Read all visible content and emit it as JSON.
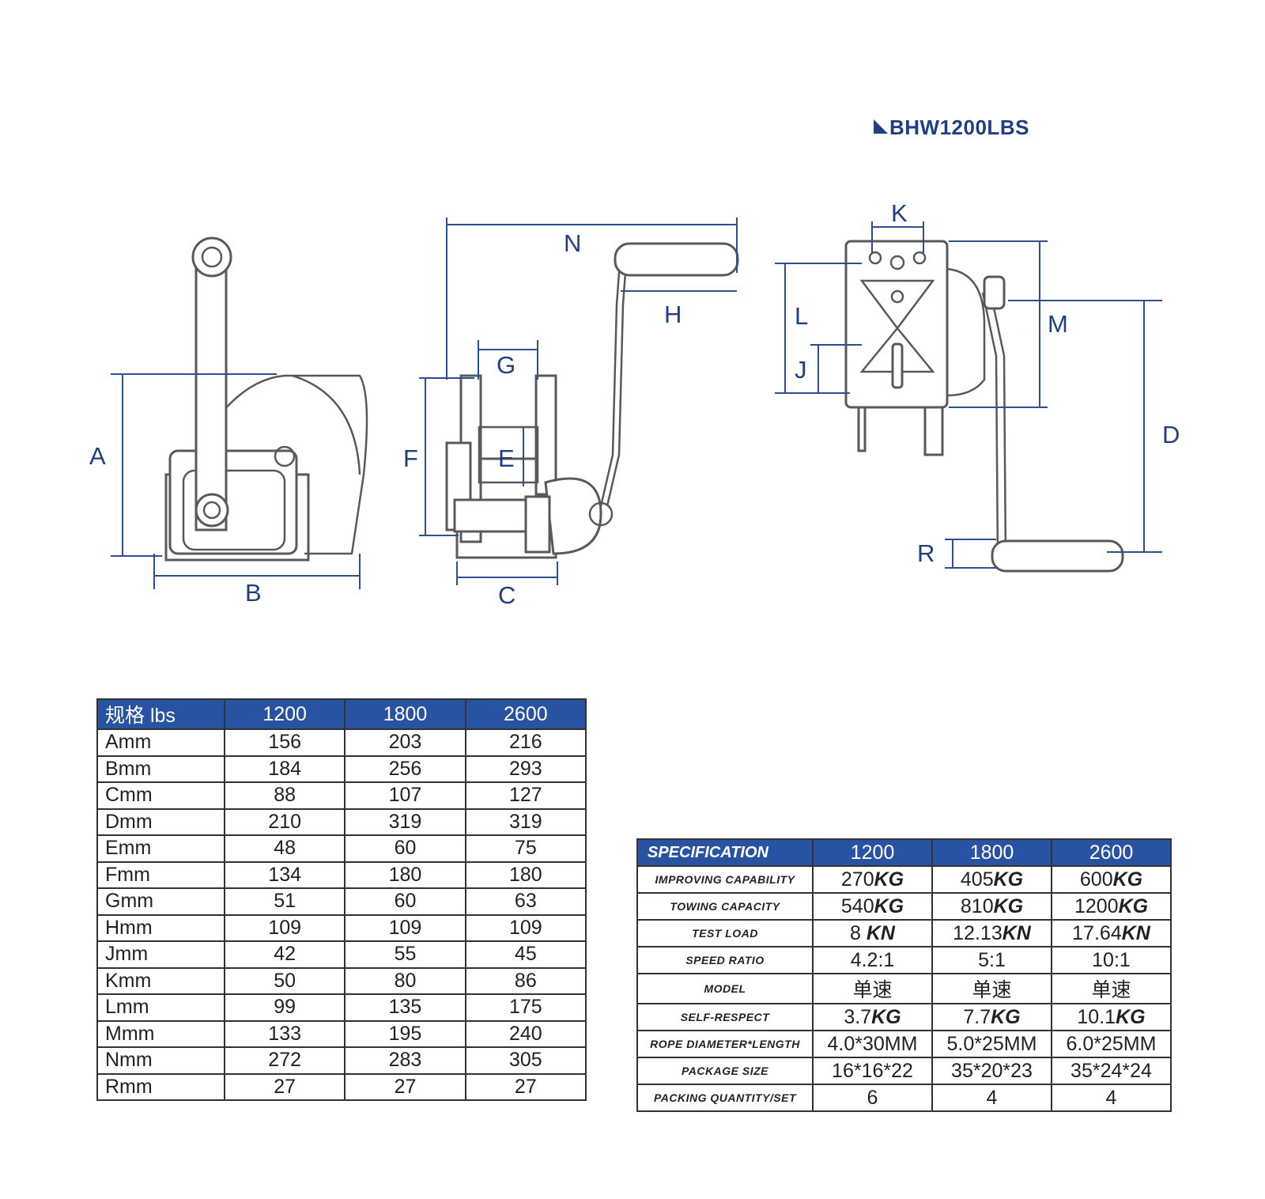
{
  "title": "BHW1200LBS",
  "dimension_labels": [
    "A",
    "B",
    "C",
    "D",
    "E",
    "F",
    "G",
    "H",
    "J",
    "K",
    "L",
    "M",
    "N",
    "R"
  ],
  "dimension_table": {
    "headers": [
      "规格 lbs",
      "1200",
      "1800",
      "2600"
    ],
    "rows": [
      [
        "Amm",
        "156",
        "203",
        "216"
      ],
      [
        "Bmm",
        "184",
        "256",
        "293"
      ],
      [
        "Cmm",
        "88",
        "107",
        "127"
      ],
      [
        "Dmm",
        "210",
        "319",
        "319"
      ],
      [
        "Emm",
        "48",
        "60",
        "75"
      ],
      [
        "Fmm",
        "134",
        "180",
        "180"
      ],
      [
        "Gmm",
        "51",
        "60",
        "63"
      ],
      [
        "Hmm",
        "109",
        "109",
        "109"
      ],
      [
        "Jmm",
        "42",
        "55",
        "45"
      ],
      [
        "Kmm",
        "50",
        "80",
        "86"
      ],
      [
        "Lmm",
        "99",
        "135",
        "175"
      ],
      [
        "Mmm",
        "133",
        "195",
        "240"
      ],
      [
        "Nmm",
        "272",
        "283",
        "305"
      ],
      [
        "Rmm",
        "27",
        "27",
        "27"
      ]
    ]
  },
  "spec_table": {
    "headers": [
      "SPECIFICATION",
      "1200",
      "1800",
      "2600"
    ],
    "rows": [
      {
        "label": "IMPROVING CAPABILITY",
        "values": [
          [
            "270",
            "KG"
          ],
          [
            "405",
            "KG"
          ],
          [
            "600",
            "KG"
          ]
        ]
      },
      {
        "label": "TOWING CAPACITY",
        "values": [
          [
            "540",
            "KG"
          ],
          [
            "810",
            "KG"
          ],
          [
            "1200",
            "KG"
          ]
        ]
      },
      {
        "label": "TEST LOAD",
        "values": [
          [
            "8 ",
            "KN"
          ],
          [
            "12.13",
            "KN"
          ],
          [
            "17.64",
            "KN"
          ]
        ]
      },
      {
        "label": "SPEED RATIO",
        "values": [
          [
            "4.2:1",
            ""
          ],
          [
            "5:1",
            ""
          ],
          [
            "10:1",
            ""
          ]
        ]
      },
      {
        "label": "MODEL",
        "values": [
          [
            "单速",
            ""
          ],
          [
            "单速",
            ""
          ],
          [
            "单速",
            ""
          ]
        ]
      },
      {
        "label": "SELF-RESPECT",
        "values": [
          [
            "3.7",
            "KG"
          ],
          [
            "7.7",
            "KG"
          ],
          [
            "10.1",
            "KG"
          ]
        ]
      },
      {
        "label": "ROPE DIAMETER*LENGTH",
        "values": [
          [
            "4.0*30MM",
            ""
          ],
          [
            "5.0*25MM",
            ""
          ],
          [
            "6.0*25MM",
            ""
          ]
        ]
      },
      {
        "label": "PACKAGE SIZE",
        "values": [
          [
            "16*16*22",
            ""
          ],
          [
            "35*20*23",
            ""
          ],
          [
            "35*24*24",
            ""
          ]
        ]
      },
      {
        "label": "PACKING QUANTITY/SET",
        "values": [
          [
            "6",
            ""
          ],
          [
            "4",
            ""
          ],
          [
            "4",
            ""
          ]
        ]
      }
    ]
  }
}
